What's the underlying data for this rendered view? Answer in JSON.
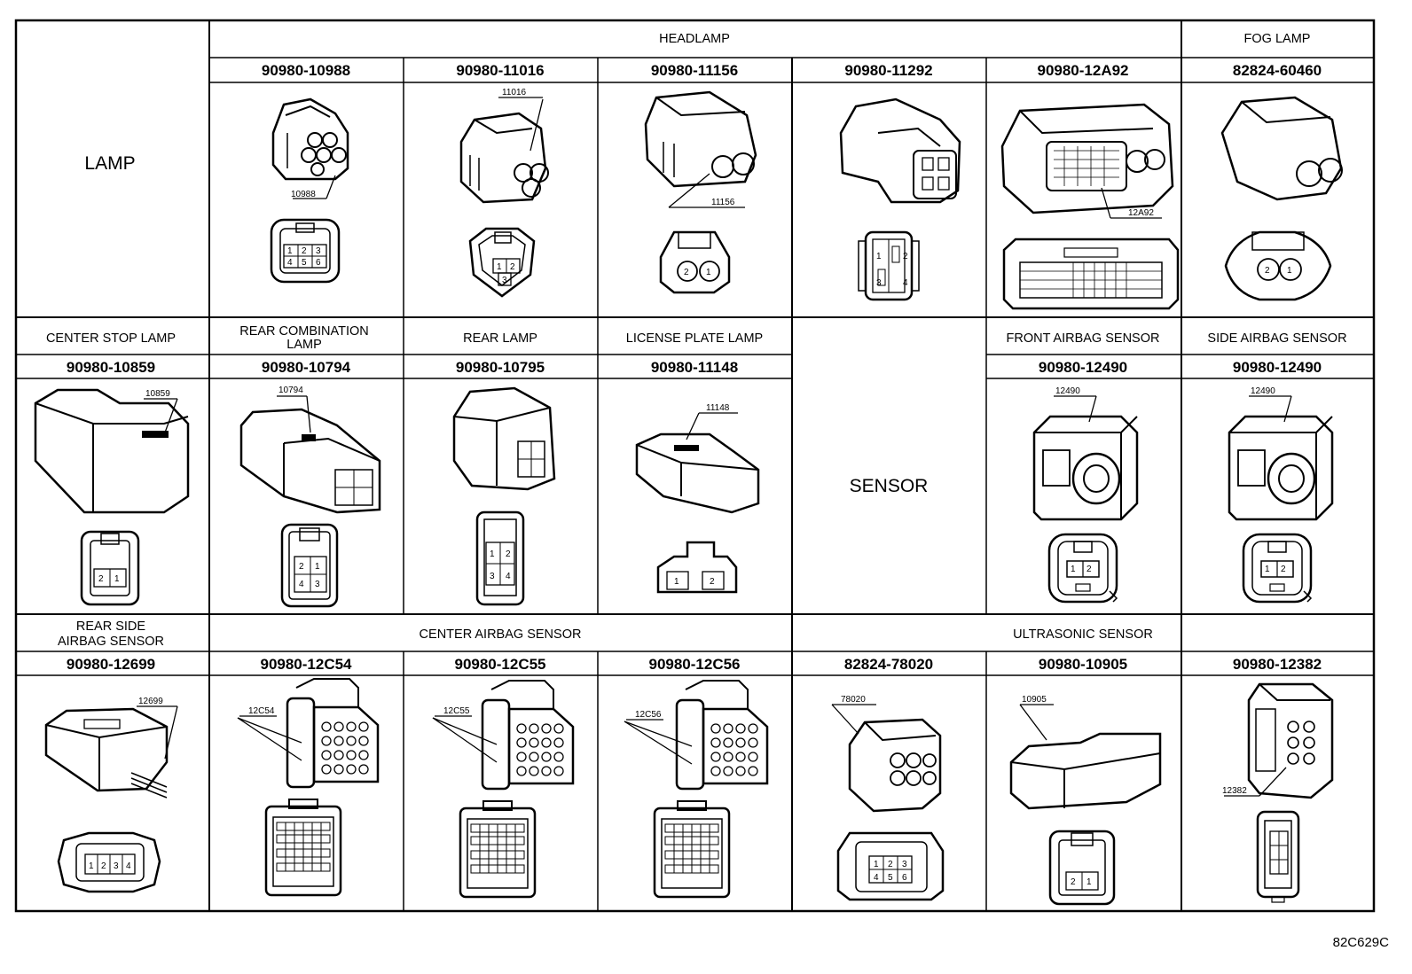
{
  "sections": {
    "lamp": "LAMP",
    "sensor": "SENSOR"
  },
  "groups": {
    "headlamp": "HEADLAMP",
    "fog_lamp": "FOG LAMP",
    "center_stop_lamp": "CENTER STOP LAMP",
    "rear_combination_lamp_1": "REAR COMBINATION",
    "rear_combination_lamp_2": "LAMP",
    "rear_lamp": "REAR LAMP",
    "license_plate_lamp": "LICENSE PLATE LAMP",
    "front_airbag_sensor": "FRONT AIRBAG SENSOR",
    "side_airbag_sensor": "SIDE AIRBAG SENSOR",
    "rear_side_airbag_sensor_1": "REAR SIDE",
    "rear_side_airbag_sensor_2": "AIRBAG SENSOR",
    "center_airbag_sensor": "CENTER AIRBAG SENSOR",
    "ultrasonic_sensor": "ULTRASONIC SENSOR"
  },
  "parts": {
    "r1": [
      "90980-10988",
      "90980-11016",
      "90980-11156",
      "90980-11292",
      "90980-12A92",
      "82824-60460"
    ],
    "r2": [
      "90980-10859",
      "90980-10794",
      "90980-10795",
      "90980-11148",
      "90980-12490",
      "90980-12490"
    ],
    "r3": [
      "90980-12699",
      "90980-12C54",
      "90980-12C55",
      "90980-12C56",
      "82824-78020",
      "90980-10905",
      "90980-12382"
    ]
  },
  "callouts": {
    "c10988": "10988",
    "c11016": "11016",
    "c11156": "11156",
    "c12A92": "12A92",
    "c10859": "10859",
    "c10794": "10794",
    "c11148": "11148",
    "c12490a": "12490",
    "c12490b": "12490",
    "c12699": "12699",
    "c12C54": "12C54",
    "c12C55": "12C55",
    "c12C56": "12C56",
    "c78020": "78020",
    "c10905": "10905",
    "c12382": "12382"
  },
  "pins": {
    "p1": "1",
    "p2": "2",
    "p3": "3",
    "p4": "4",
    "p5": "5",
    "p6": "6"
  },
  "document_id": "82C629C"
}
